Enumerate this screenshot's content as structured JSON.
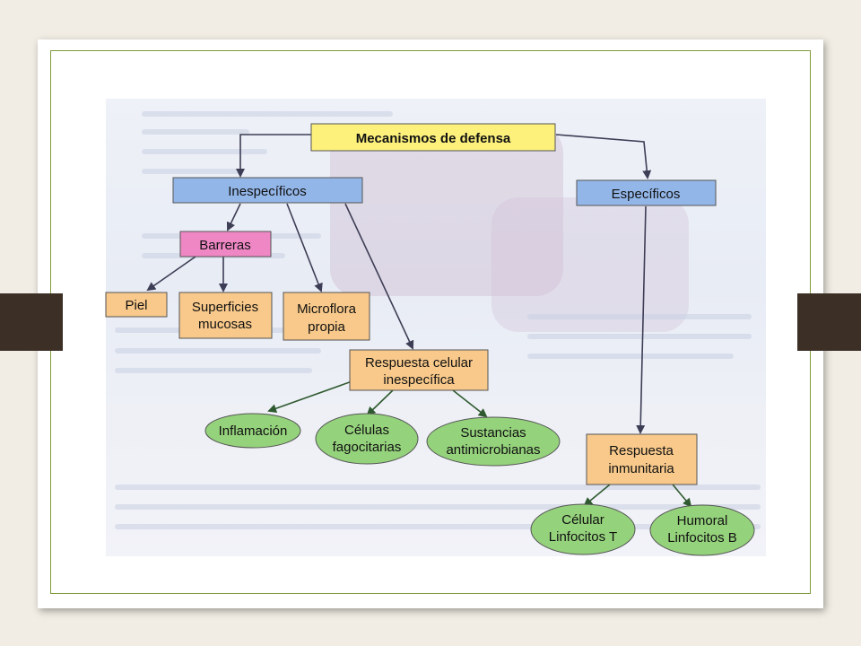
{
  "diagram": {
    "nodes": {
      "root": [
        "Mecanismos de defensa"
      ],
      "inespecificos": [
        "Inespecíficos"
      ],
      "especificos": [
        "Específicos"
      ],
      "barreras": [
        "Barreras"
      ],
      "piel": [
        "Piel"
      ],
      "superficies": [
        "Superficies",
        "mucosas"
      ],
      "microflora": [
        "Microflora",
        "propia"
      ],
      "respuesta_celular": [
        "Respuesta celular",
        "inespecífica"
      ],
      "inflamacion": [
        "Inflamación"
      ],
      "celulas": [
        "Células",
        "fagocitarias"
      ],
      "sustancias": [
        "Sustancias",
        "antimicrobianas"
      ],
      "respuesta_inmunitaria": [
        "Respuesta",
        "inmunitaria"
      ],
      "celular": [
        "Célular",
        "Linfocitos T"
      ],
      "humoral": [
        "Humoral",
        "Linfocitos B"
      ]
    },
    "colors": {
      "yellow": "#fdf17c",
      "blue": "#93b6e8",
      "pink": "#ee87c4",
      "orange": "#f8c98a",
      "green": "#95d27c",
      "border": "#555555",
      "arrow": "#3d3d55",
      "arrow_green": "#2f5a2f"
    }
  }
}
